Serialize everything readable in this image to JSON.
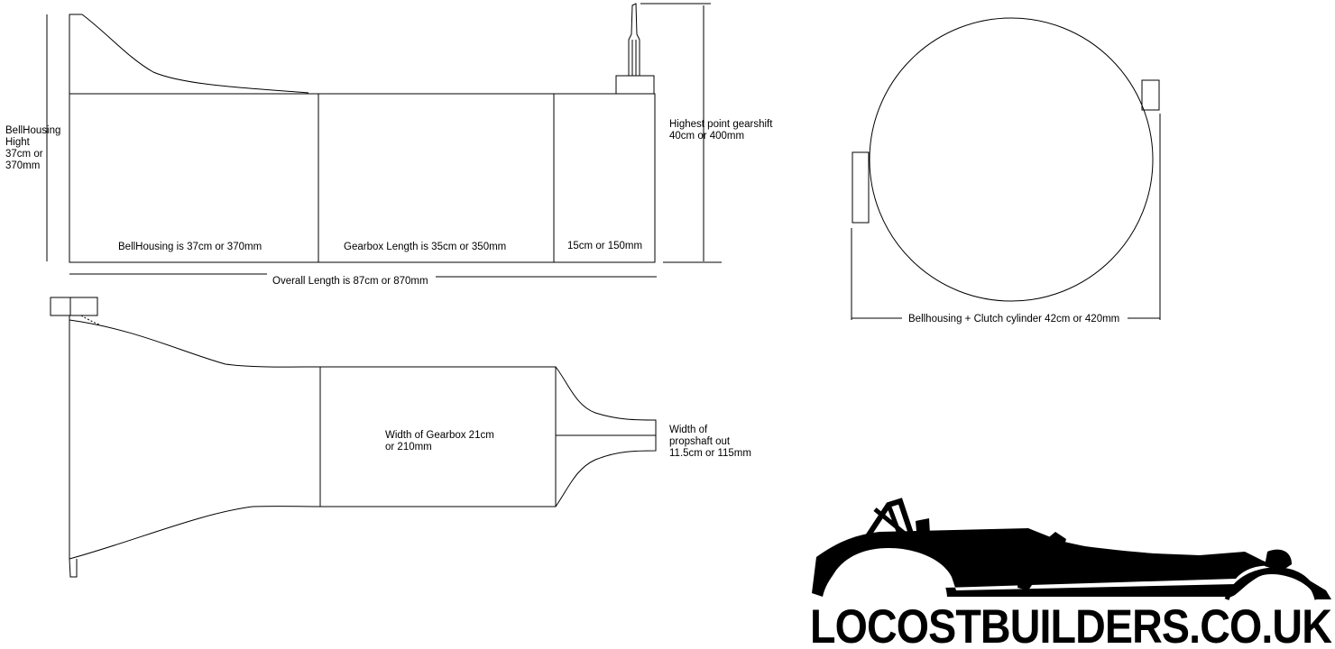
{
  "side_view": {
    "bellhousing_height": [
      "BellHousing",
      "Hight",
      "37cm or",
      "370mm"
    ],
    "bellhousing_length": "BellHousing is 37cm or 370mm",
    "gearbox_length": "Gearbox Length is 35cm or 350mm",
    "tail_length": "15cm or 150mm",
    "overall_length": "Overall Length is 87cm or 870mm",
    "gearshift_height": [
      "Highest point gearshift",
      "40cm or 400mm"
    ]
  },
  "top_view": {
    "gearbox_width": [
      "Width of Gearbox 21cm",
      "or 210mm"
    ],
    "propshaft_width": [
      "Width of",
      "propshaft out",
      "11.5cm or 115mm"
    ]
  },
  "end_view": {
    "diameter": "Bellhousing + Clutch cylinder 42cm or 420mm"
  },
  "logo": {
    "text": "LOCOSTBUILDERS.CO.UK"
  }
}
